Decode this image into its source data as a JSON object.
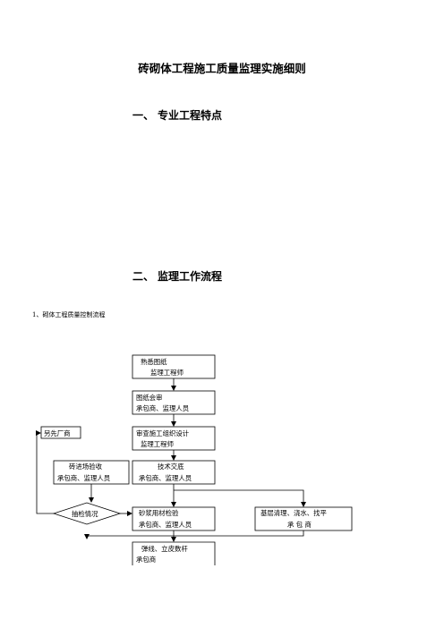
{
  "document": {
    "title": "砖砌体工程施工质量监理实施细则",
    "section1": {
      "number": "一、",
      "label": "专业工程特点"
    },
    "section2": {
      "number": "二、",
      "label": "监理工作流程"
    },
    "subsection": "1、砌体工程质量控制流程"
  },
  "flowchart": {
    "familiar": {
      "line1": "熟悉图纸",
      "line2": "监理工程师"
    },
    "review": {
      "line1": "图纸会审",
      "line2": "承包商、监理人员"
    },
    "org_design": {
      "line1": "审查施工组织设计",
      "line2": "监理工程师"
    },
    "tech": {
      "line1": "技术交底",
      "line2": "承包商、监理人员"
    },
    "brick": {
      "line1": "砖进场验收",
      "line2": "承包商、监理人员"
    },
    "alt_vendor": {
      "line1": "另先厂商"
    },
    "sample": {
      "line1": "抽检情况"
    },
    "mortar": {
      "line1": "砂浆用材检验",
      "line2": "承包商、监理人员"
    },
    "base": {
      "line1": "基层清理、浇水、找平",
      "line2": "承 包 商"
    },
    "layout": {
      "line1": "弹线、立皮数杆",
      "line2": "承包商"
    }
  }
}
